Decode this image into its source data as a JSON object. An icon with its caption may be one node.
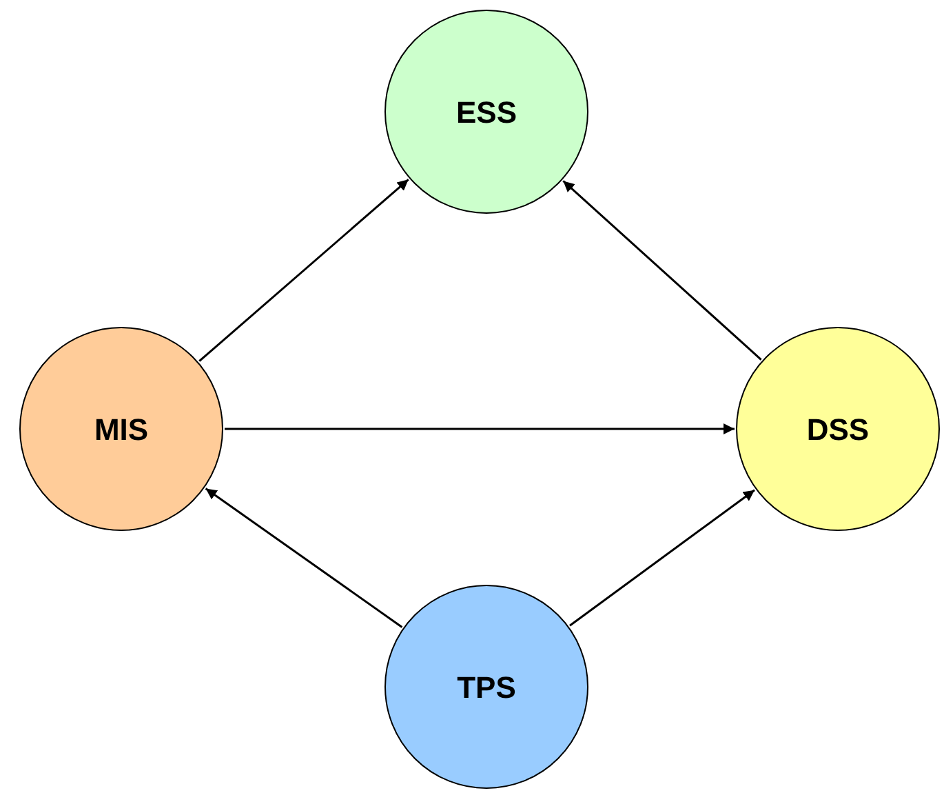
{
  "diagram": {
    "nodes": [
      {
        "text": [
          "ESS"
        ]
      },
      {
        "text": [
          "MIS"
        ]
      },
      {
        "text": [
          "DSS"
        ]
      },
      {
        "text": [
          "TPS"
        ]
      }
    ],
    "edges": [
      {
        "from": 1,
        "to": 0,
        "arrow": "to"
      },
      {
        "from": 2,
        "to": 0,
        "arrow": "to"
      },
      {
        "from": 1,
        "to": 2,
        "arrow": "to"
      },
      {
        "from": 3,
        "to": 1,
        "arrow": "to"
      },
      {
        "from": 3,
        "to": 2,
        "arrow": "to"
      }
    ]
  }
}
